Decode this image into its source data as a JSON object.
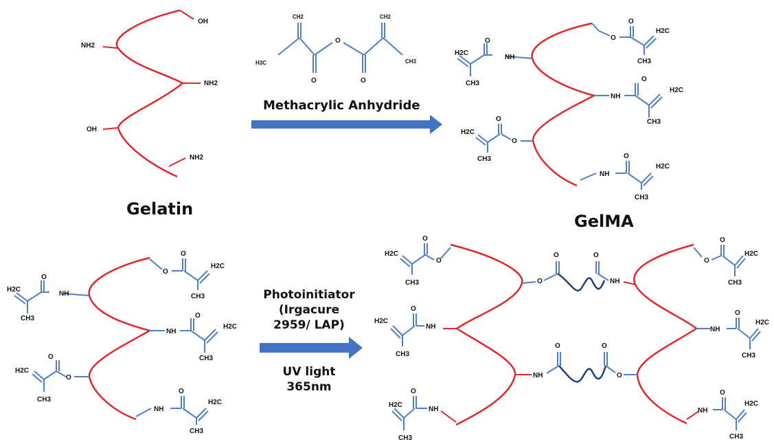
{
  "labels": {
    "gelatin": "Gelatin",
    "gelma": "GelMA"
  },
  "step1": {
    "reagent": "Methacrylic Anhydride"
  },
  "step2": {
    "line1": "Photoinitiator",
    "line2": "(Irgacure",
    "line3": "2959/ LAP)",
    "line4": "UV light",
    "line5": "365nm"
  },
  "chem": {
    "oh": "OH",
    "nh2": "NH2",
    "nh": "NH",
    "o": "O",
    "h2c": "H2C",
    "ch3": "CH3",
    "ch2": "CH2",
    "h3c": "H3C"
  },
  "colors": {
    "backbone": "#e0282c",
    "group": "#4f7fc4",
    "linker": "#1f3f78",
    "arrow": "#4472c4"
  }
}
